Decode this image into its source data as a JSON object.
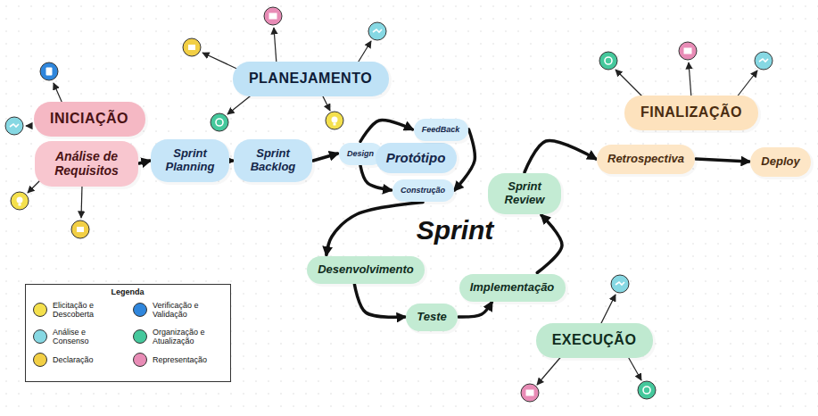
{
  "diagram": {
    "nodes": [
      {
        "text": [
          "INICIAÇÃO"
        ]
      },
      {
        "text": [
          "Análise de Requisitos"
        ]
      },
      {
        "text": [
          "PLANEJAMENTO"
        ]
      },
      {
        "text": [
          "Sprint Planning"
        ]
      },
      {
        "text": [
          "Sprint Backlog"
        ]
      },
      {
        "text": [
          "Design"
        ]
      },
      {
        "text": [
          "Protótipo"
        ]
      },
      {
        "text": [
          "FeedBack"
        ]
      },
      {
        "text": [
          "Construção"
        ]
      },
      {
        "text": [
          "Sprint Review"
        ]
      },
      {
        "text": [
          "Desenvolvimento"
        ]
      },
      {
        "text": [
          "Teste"
        ]
      },
      {
        "text": [
          "Implementação"
        ]
      },
      {
        "text": [
          "EXECUÇÃO"
        ]
      },
      {
        "text": [
          "FINALIZAÇÃO"
        ]
      },
      {
        "text": [
          "Retrospectiva"
        ]
      },
      {
        "text": [
          "Deploy"
        ]
      }
    ],
    "edges": [
      {
        "from": 1,
        "to": 3,
        "arrow": "to"
      },
      {
        "from": 3,
        "to": 4,
        "arrow": "to"
      },
      {
        "from": 4,
        "to": 5,
        "arrow": "to"
      },
      {
        "from": 5,
        "to": 7,
        "arrow": "to"
      },
      {
        "from": 7,
        "to": 8,
        "arrow": "to"
      },
      {
        "from": 5,
        "to": 8,
        "arrow": "to"
      },
      {
        "from": 8,
        "to": 10,
        "arrow": "to"
      },
      {
        "from": 10,
        "to": 11,
        "arrow": "to"
      },
      {
        "from": 11,
        "to": 12,
        "arrow": "to"
      },
      {
        "from": 12,
        "to": 9,
        "arrow": "to"
      },
      {
        "from": 9,
        "to": 15,
        "arrow": "to"
      },
      {
        "from": 15,
        "to": 16,
        "arrow": "to"
      }
    ],
    "labels": [
      "Sprint",
      "Legenda"
    ],
    "legend": [
      {
        "text": "Elicitação e Descoberta",
        "color": "#f4e04d"
      },
      {
        "text": "Verificação e Validação",
        "color": "#2f86dc"
      },
      {
        "text": "Análise e Consenso",
        "color": "#86d8e3"
      },
      {
        "text": "Organização e Atualização",
        "color": "#45c89c"
      },
      {
        "text": "Declaração",
        "color": "#f2cf45"
      },
      {
        "text": "Representação",
        "color": "#e88cb6"
      }
    ]
  }
}
